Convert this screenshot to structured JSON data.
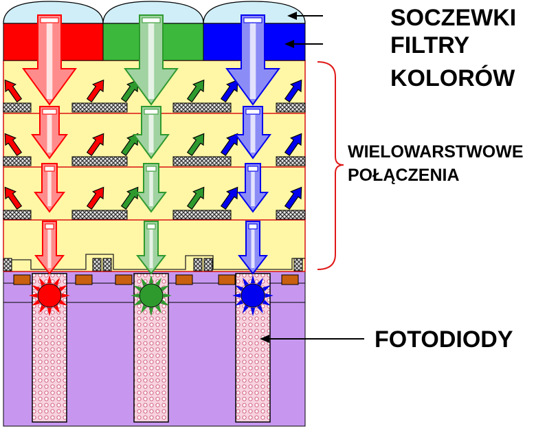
{
  "labels": {
    "lenses": "SOCZEWKI",
    "filters_line1": "FILTRY",
    "filters_line2": "KOLORÓW",
    "interconnects_line1": "WIELOWARSTWOWE",
    "interconnects_line2": "POŁĄCZENIA",
    "photodiodes": "FOTODIODY"
  },
  "colors": {
    "channels": [
      "#ff0000",
      "#2e9a2e",
      "#0000ee"
    ],
    "filters": [
      "#ff0000",
      "#3cb83c",
      "#0000ff"
    ],
    "lens": "#cfeef7",
    "dielectric": "#fff6a6",
    "layer_lines": "#d81010",
    "substrate": "#c797f0",
    "photodiode_fill": "#f4c6d6",
    "metal": "#555555",
    "contact": "#c86010",
    "bracket": "#e01818"
  }
}
